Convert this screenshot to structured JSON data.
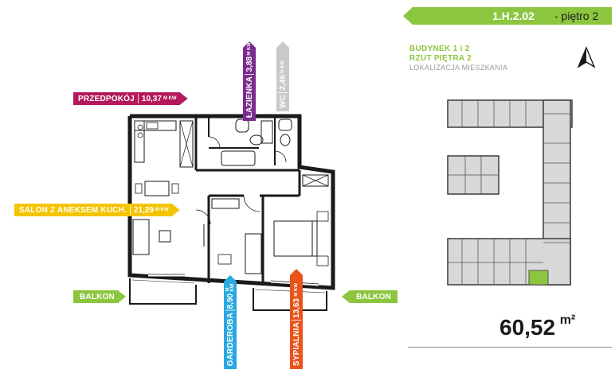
{
  "header": {
    "unit_code": "1.H.2.02",
    "floor": "- piętro 2",
    "building": "BUDYNEK 1 i 2",
    "plan": "RZUT PIĘTRA 2",
    "location": "LOKALIZACJA MIESZKANIA"
  },
  "rooms": {
    "przedpokoj": {
      "name": "PRZEDPOKÓJ",
      "area": "10,37",
      "unit": "M KW"
    },
    "lazienka": {
      "name": "ŁAZIENKA",
      "area": "3,88",
      "unit": "M KW"
    },
    "wc": {
      "name": "WC",
      "area": "2,45",
      "unit": "M KW"
    },
    "salon": {
      "name": "SALON Z ANEKSEM KUCH.",
      "area": "21,29",
      "unit": "M KW"
    },
    "garderoba": {
      "name": "GARDEROBA",
      "area": "8,90",
      "unit": "M KW"
    },
    "sypialnia": {
      "name": "SYPIALNIA",
      "area": "13,63",
      "unit": "M KW"
    },
    "balkon_left": {
      "name": "BALKON"
    },
    "balkon_right": {
      "name": "BALKON"
    }
  },
  "total_area": {
    "value": "60,52",
    "unit": "m²"
  },
  "colors": {
    "accent_green": "#8cc63f",
    "przedpokoj": "#b5185c",
    "lazienka": "#7b2d8e",
    "wc": "#c9c9c9",
    "salon": "#f5c400",
    "garderoba": "#29a9e0",
    "sypialnia": "#e8541c"
  },
  "icons": {
    "north": "north-arrow-icon"
  }
}
